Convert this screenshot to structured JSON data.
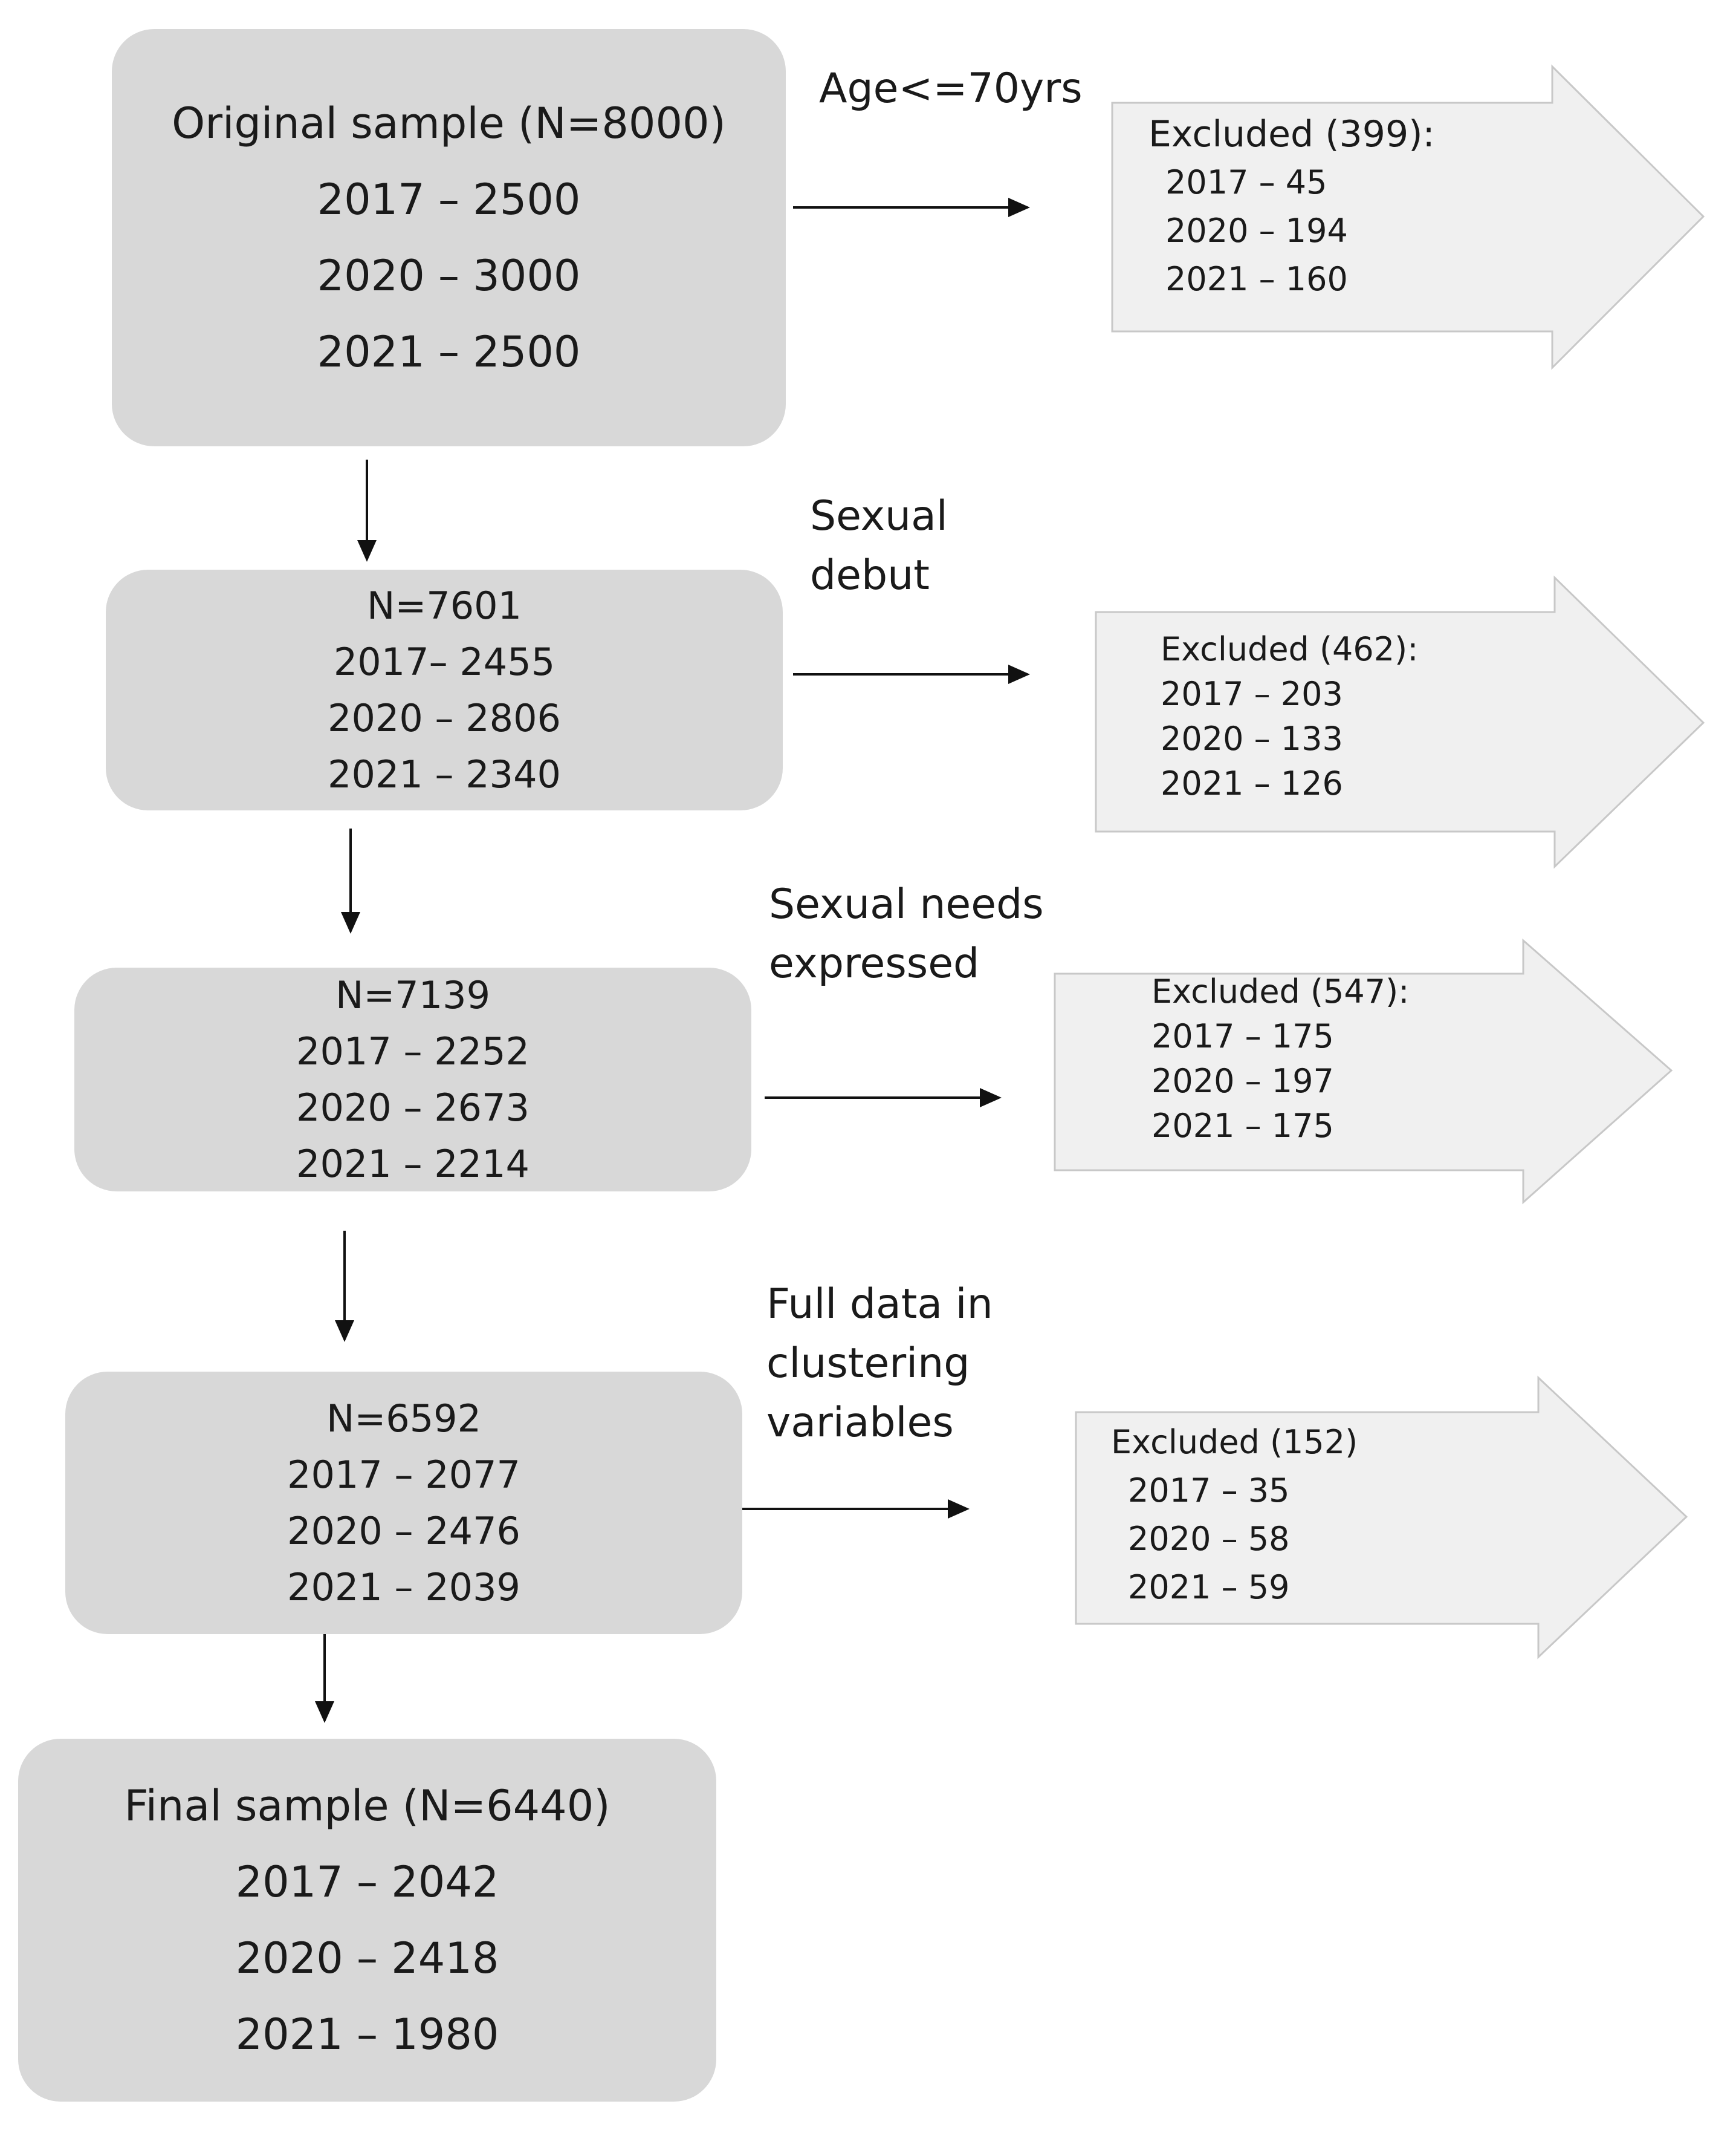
{
  "flow": [
    {
      "title": "Original sample (N=8000)",
      "lines": [
        "2017 – 2500",
        "2020 – 3000",
        "2021 – 2500"
      ]
    },
    {
      "title": "N=7601",
      "lines": [
        "2017– 2455",
        "2020 – 2806",
        "2021 – 2340"
      ]
    },
    {
      "title": "N=7139",
      "lines": [
        "2017 – 2252",
        "2020 – 2673",
        "2021 – 2214"
      ]
    },
    {
      "title": "N=6592",
      "lines": [
        "2017 – 2077",
        "2020 – 2476",
        "2021 – 2039"
      ]
    },
    {
      "title": "Final sample (N=6440)",
      "lines": [
        "2017 – 2042",
        "2020 – 2418",
        "2021 – 1980"
      ]
    }
  ],
  "criteria": [
    {
      "lines": [
        "Age<=70yrs"
      ]
    },
    {
      "lines": [
        "Sexual",
        "debut"
      ]
    },
    {
      "lines": [
        "Sexual needs",
        "expressed"
      ]
    },
    {
      "lines": [
        "Full data in",
        "clustering",
        "variables"
      ]
    }
  ],
  "excluded": [
    {
      "title": "Excluded (399):",
      "lines": [
        "2017 – 45",
        "2020 – 194",
        "2021 – 160"
      ]
    },
    {
      "title": "Excluded (462):",
      "lines": [
        "2017 – 203",
        "2020 – 133",
        "2021 – 126"
      ]
    },
    {
      "title": "Excluded (547):",
      "lines": [
        "2017 – 175",
        "2020 – 197",
        "2021 – 175"
      ]
    },
    {
      "title": "Excluded (152)",
      "lines": [
        "2017 – 35",
        "2020 – 58",
        "2021 –  59"
      ]
    }
  ],
  "colors": {
    "box_fill": "#d8d8d8",
    "arrow_fill": "#f0f0f0",
    "arrow_stroke": "#c8c8c8",
    "line": "#111111"
  }
}
